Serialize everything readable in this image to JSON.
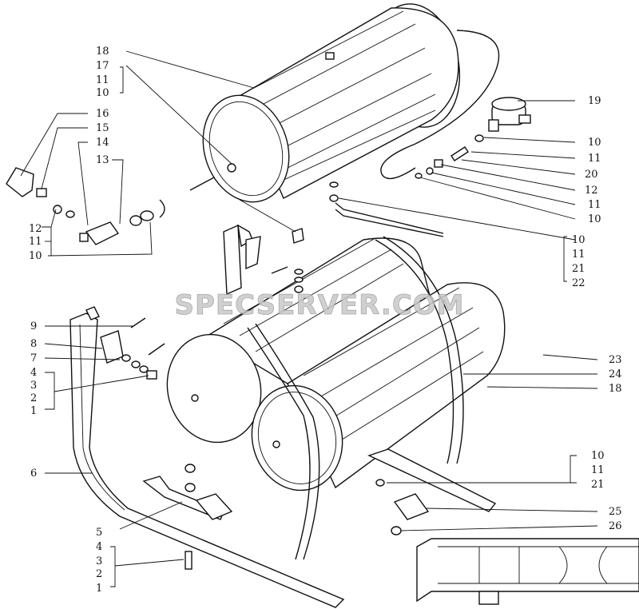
{
  "watermark": "SPECSERVER.COM",
  "colors": {
    "ink": "#111111",
    "paper": "#ffffff",
    "watermark": "#c8c8c8"
  },
  "callouts": {
    "c18a": "18",
    "c17": "17",
    "c11a": "11",
    "c10a": "10",
    "c16": "16",
    "c15": "15",
    "c14": "14",
    "c13": "13",
    "c12a": "12",
    "c11b": "11",
    "c10b": "10",
    "c19": "19",
    "c10c": "10",
    "c11c": "11",
    "c20": "20",
    "c12b": "12",
    "c11d": "11",
    "c10d": "10",
    "c10e": "10",
    "c11e": "11",
    "c21a": "21",
    "c22": "22",
    "c9": "9",
    "c8": "8",
    "c7": "7",
    "c4a": "4",
    "c3a": "3",
    "c2a": "2",
    "c1a": "1",
    "c23": "23",
    "c24": "24",
    "c18b": "18",
    "c6": "6",
    "c10f": "10",
    "c11f": "11",
    "c21b": "21",
    "c25": "25",
    "c26": "26",
    "c5": "5",
    "c4b": "4",
    "c3b": "3",
    "c2b": "2",
    "c1b": "1"
  }
}
